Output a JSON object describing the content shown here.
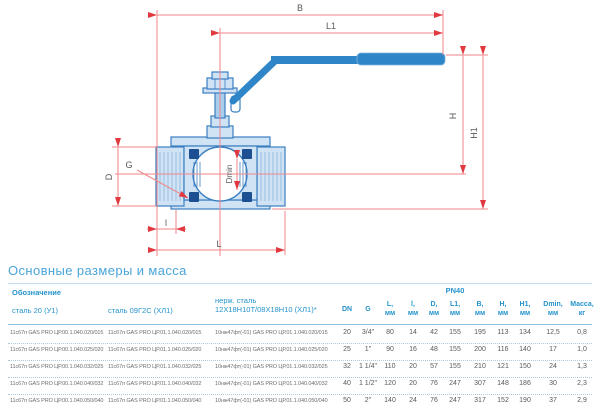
{
  "drawing": {
    "labels": {
      "b": "B",
      "l1": "L1",
      "h": "H",
      "h1": "H1",
      "d": "D",
      "g": "G",
      "dmin": "Dmin",
      "l_small": "l",
      "l_len": "L"
    },
    "colors": {
      "dim_line": "#f2868a",
      "arrow": "#e2383f",
      "line_blue": "#3a7fc1",
      "fill_blue": "#cfe3f5",
      "mid_blue": "#a9cdec",
      "dark_blue": "#1d4f93",
      "handle_blue": "#2e86c8",
      "label_gray": "#58595b"
    }
  },
  "table": {
    "title": "Основные размеры и масса",
    "designation_header": "Обозначение",
    "materials": {
      "col1": "сталь 20 (У1)",
      "col2": "сталь 09Г2С (ХЛ1)",
      "col3_line1": "нерж. сталь",
      "col3_line2": "12Х18Н10Т/08Х18Н10 (ХЛ1)*"
    },
    "pressure_class": "PN40",
    "dim_columns": [
      {
        "label": "DN",
        "unit": ""
      },
      {
        "label": "G",
        "unit": ""
      },
      {
        "label": "L,",
        "unit": "мм"
      },
      {
        "label": "l,",
        "unit": "мм"
      },
      {
        "label": "D,",
        "unit": "мм"
      },
      {
        "label": "L1,",
        "unit": "мм"
      },
      {
        "label": "B,",
        "unit": "мм"
      },
      {
        "label": "H,",
        "unit": "мм"
      },
      {
        "label": "H1,",
        "unit": "мм"
      },
      {
        "label": "Dmin,",
        "unit": "мм"
      },
      {
        "label": "Масса,",
        "unit": "кг"
      }
    ],
    "rows": [
      {
        "steel20": "11с67п GAS PRO ЦР.00.1.040.020/015",
        "steel09": "11с67п GAS PRO ЦР.01.1.040.020/015",
        "stainless": "10нж47фт(-01) GAS PRO ЦР.01.1.040.020/015",
        "values": [
          "20",
          "3/4\"",
          "80",
          "14",
          "42",
          "155",
          "195",
          "113",
          "134",
          "12,5",
          "0,8"
        ]
      },
      {
        "steel20": "11с67п GAS PRO ЦР.00.1.040.025/020",
        "steel09": "11с67п GAS PRO ЦР.01.1.040.025/020",
        "stainless": "10нж47фт(-01) GAS PRO ЦР.01.1.040.025/020",
        "values": [
          "25",
          "1\"",
          "90",
          "16",
          "48",
          "155",
          "200",
          "116",
          "140",
          "17",
          "1,0"
        ]
      },
      {
        "steel20": "11с67п GAS PRO ЦР.00.1.040.032/025",
        "steel09": "11с67п GAS PRO ЦР.01.1.040.032/025",
        "stainless": "10нж47фт(-01) GAS PRO ЦР.01.1.040.032/025",
        "values": [
          "32",
          "1 1/4\"",
          "110",
          "20",
          "57",
          "155",
          "210",
          "121",
          "150",
          "24",
          "1,3"
        ]
      },
      {
        "steel20": "11с67п GAS PRO ЦР.00.1.040.040/032",
        "steel09": "11с67п GAS PRO ЦР.01.1.040.040/032",
        "stainless": "10нж47фт(-01) GAS PRO ЦР.01.1.040.040/032",
        "values": [
          "40",
          "1 1/2\"",
          "120",
          "20",
          "76",
          "247",
          "307",
          "148",
          "186",
          "30",
          "2,3"
        ]
      },
      {
        "steel20": "11с67п GAS PRO ЦР.00.1.040.050/040",
        "steel09": "11с67п GAS PRO ЦР.01.1.040.050/040",
        "stainless": "10нж47фт(-01) GAS PRO ЦР.01.1.040.050/040",
        "values": [
          "50",
          "2\"",
          "140",
          "24",
          "76",
          "247",
          "317",
          "152",
          "190",
          "37",
          "2,9"
        ]
      }
    ]
  }
}
